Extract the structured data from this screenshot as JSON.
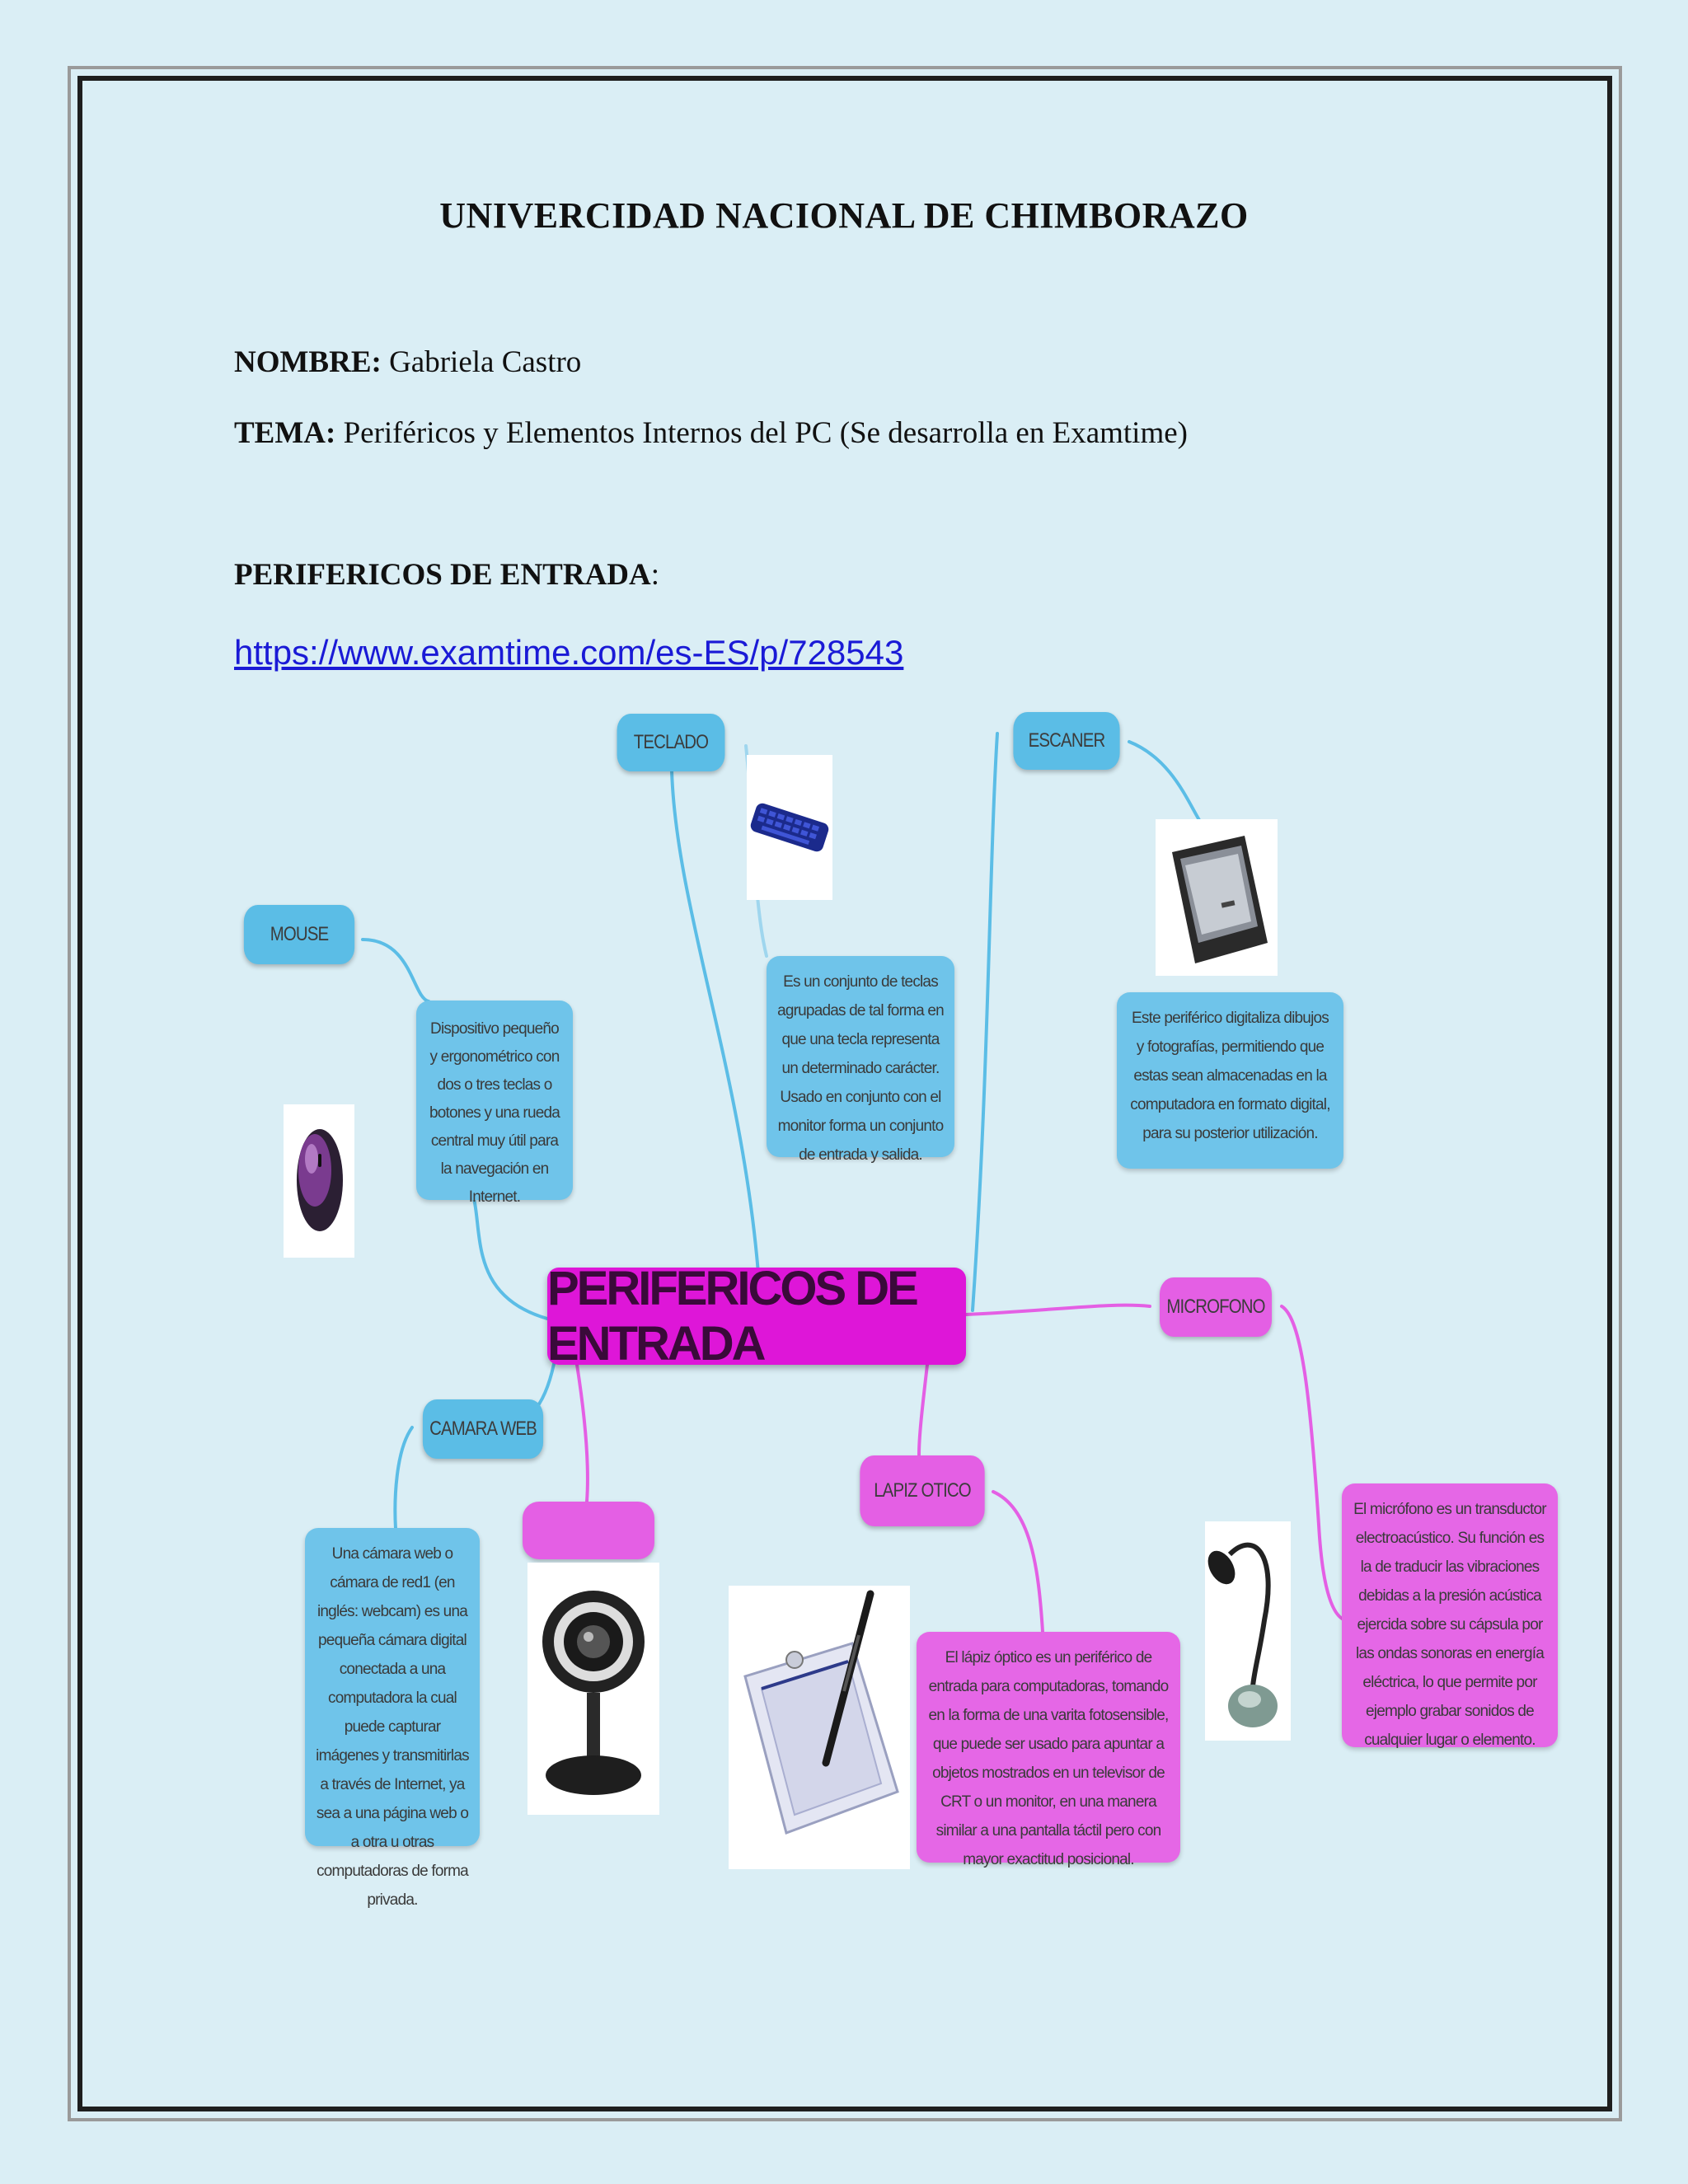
{
  "header": {
    "title": "UNIVERCIDAD NACIONAL DE CHIMBORAZO",
    "name_label": "NOMBRE:",
    "name_value": " Gabriela  Castro",
    "topic_label": "TEMA:",
    "topic_value": " Periféricos  y Elementos  Internos  del PC (Se desarrolla  en Examtime)",
    "section_label": "PERIFERICOS  DE ENTRADA",
    "section_colon": ":",
    "link": "https://www.examtime.com/es-ES/p/728543"
  },
  "mindmap": {
    "central": "PERIFERICOS DE ENTRADA",
    "nodes": {
      "teclado": "TECLADO",
      "escaner": "ESCANER",
      "mouse": "MOUSE",
      "microfono": "MICROFONO",
      "camara_web": "CAMARA WEB",
      "lapiz_optico": "LAPIZ OTICO",
      "untitled": ""
    },
    "descriptions": {
      "mouse": "Dispositivo pequeño y ergonométrico con dos o tres teclas o botones y una rueda central muy útil para la navegación en Internet.",
      "teclado": "Es un conjunto de teclas agrupadas de tal forma en que una tecla representa un determinado carácter. Usado en conjunto con el monitor forma un conjunto de entrada y salida.",
      "escaner": "Este periférico digitaliza dibujos y fotografías, permitiendo que estas sean almacenadas en la computadora en formato digital, para su posterior utilización.",
      "camara_web": "Una cámara web o cámara de red1 (en inglés: webcam) es una pequeña cámara digital conectada a una computadora la cual puede capturar imágenes y transmitirlas a través de Internet, ya sea a una página web o a otra u otras computadoras de forma privada.",
      "lapiz_optico": "El lápiz óptico es un periférico de entrada para computadoras, tomando en la forma de una varita fotosensible, que puede ser usado para apuntar a objetos mostrados en un televisor de CRT o un monitor, en una manera similar a una pantalla táctil pero con mayor exactitud posicional.",
      "microfono": "El micrófono es un transductor electroacústico. Su función es la de traducir las vibraciones debidas a la presión acústica ejercida sobre su cápsula por las ondas sonoras en energía eléctrica, lo que permite por ejemplo grabar sonidos de cualquier lugar o elemento."
    },
    "colors": {
      "blue": "#5bbde6",
      "pink": "#e45fe4",
      "central": "#de16d8"
    },
    "pictures": [
      "keyboard-image",
      "scanner-image",
      "mouse-image",
      "webcam-image",
      "graphics-tablet-image",
      "microphone-image"
    ]
  }
}
